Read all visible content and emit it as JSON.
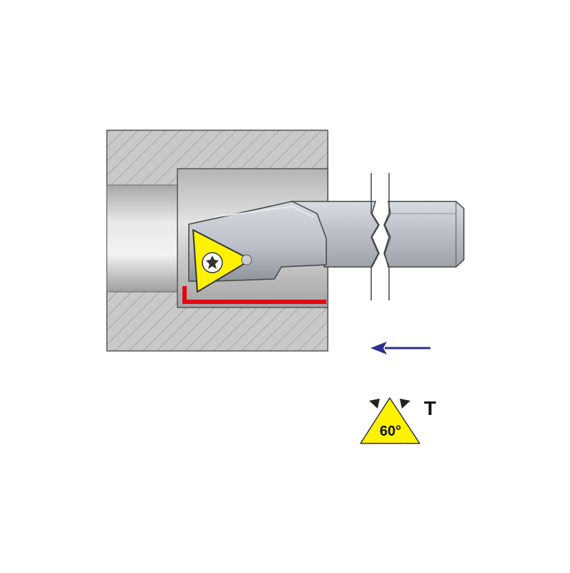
{
  "diagram": {
    "insert_shape": "triangle",
    "insert_angle_label": "60°",
    "insert_code": "T",
    "feed_direction": "left",
    "machined_surface": "red",
    "icons": [
      "boring-bar",
      "triangular-insert",
      "torx-screw",
      "feed-arrow",
      "insert-angle-symbol"
    ]
  },
  "colors": {
    "workpiece_hatch": "#8a8a8a",
    "workpiece_face": "#c8c8c8",
    "bore": "#d2d2d2",
    "tool": "#c9ccd2",
    "insert": "#fff200",
    "cut_path": "#e30613",
    "feed_arrow": "#2b2f8f",
    "outline": "#3a3a3a"
  }
}
